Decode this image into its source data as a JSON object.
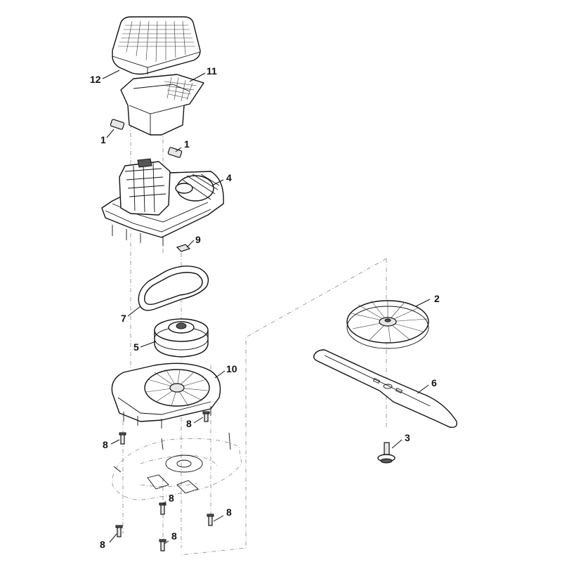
{
  "callouts": {
    "c12": "12",
    "c11": "11",
    "c1a": "1",
    "c1b": "1",
    "c4": "4",
    "c9": "9",
    "c7": "7",
    "c5": "5",
    "c10": "10",
    "c2": "2",
    "c6": "6",
    "c3": "3",
    "c8a": "8",
    "c8b": "8",
    "c8c": "8",
    "c8d": "8",
    "c8e": "8",
    "c8f": "8"
  }
}
